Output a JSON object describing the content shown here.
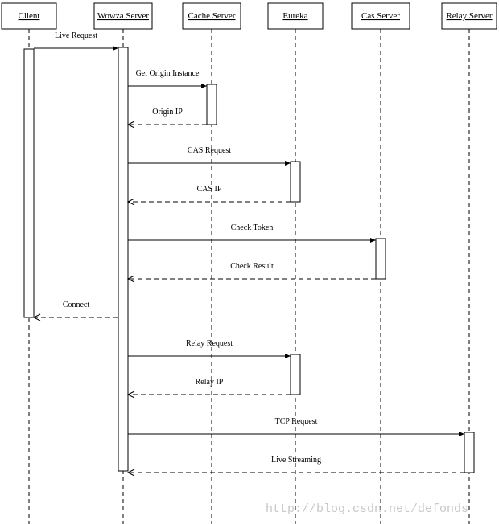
{
  "participants": [
    "Client",
    "Wowza Server",
    "Cache Server",
    "Eureka",
    "Cas Server",
    "Relay Server"
  ],
  "messages": [
    {
      "label": "Live Request",
      "from": 0,
      "to": 1,
      "kind": "call"
    },
    {
      "label": "Get Origin Instance",
      "from": 1,
      "to": 2,
      "kind": "call"
    },
    {
      "label": "Origin IP",
      "from": 2,
      "to": 1,
      "kind": "reply"
    },
    {
      "label": "CAS Request",
      "from": 1,
      "to": 3,
      "kind": "call"
    },
    {
      "label": "CAS IP",
      "from": 3,
      "to": 1,
      "kind": "reply"
    },
    {
      "label": "Check Token",
      "from": 1,
      "to": 4,
      "kind": "call"
    },
    {
      "label": "Check Result",
      "from": 4,
      "to": 1,
      "kind": "reply"
    },
    {
      "label": "Connect",
      "from": 1,
      "to": 0,
      "kind": "reply"
    },
    {
      "label": "Relay Request",
      "from": 1,
      "to": 3,
      "kind": "call"
    },
    {
      "label": "Relay IP",
      "from": 3,
      "to": 1,
      "kind": "reply"
    },
    {
      "label": "TCP Request",
      "from": 1,
      "to": 5,
      "kind": "call"
    },
    {
      "label": "Live Streaming",
      "from": 5,
      "to": 1,
      "kind": "reply"
    }
  ],
  "watermark": "http://blog.csdn.net/defonds"
}
